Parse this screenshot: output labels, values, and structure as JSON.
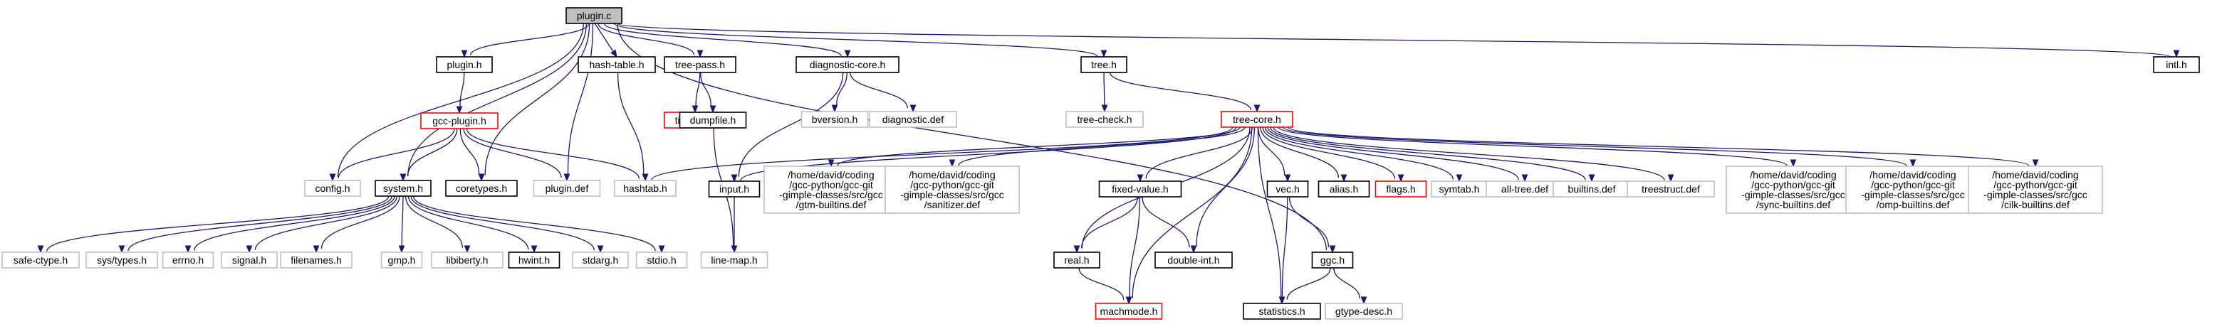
{
  "title": "plugin.c",
  "colors": {
    "edge": "#191970",
    "root_fill": "#bfbfbf",
    "root_stroke": "#000000",
    "normal_stroke": "#000000",
    "external_stroke": "#bfbfbf",
    "missing_stroke": "#ff0000"
  },
  "nodes": [
    {
      "id": "plugin_c",
      "lines": [
        "plugin.c"
      ],
      "kind": "root"
    },
    {
      "id": "plugin_h",
      "lines": [
        "plugin.h"
      ],
      "kind": "normal"
    },
    {
      "id": "hash_table_h",
      "lines": [
        "hash-table.h"
      ],
      "kind": "normal"
    },
    {
      "id": "tree_pass_h",
      "lines": [
        "tree-pass.h"
      ],
      "kind": "normal"
    },
    {
      "id": "diagnostic_core_h",
      "lines": [
        "diagnostic-core.h"
      ],
      "kind": "normal"
    },
    {
      "id": "tree_h",
      "lines": [
        "tree.h"
      ],
      "kind": "normal"
    },
    {
      "id": "intl_h",
      "lines": [
        "intl.h"
      ],
      "kind": "normal"
    },
    {
      "id": "gcc_plugin_h",
      "lines": [
        "gcc-plugin.h"
      ],
      "kind": "missing"
    },
    {
      "id": "timevar_h",
      "lines": [
        "timevar.h"
      ],
      "kind": "missing"
    },
    {
      "id": "dumpfile_h",
      "lines": [
        "dumpfile.h"
      ],
      "kind": "normal"
    },
    {
      "id": "bversion_h",
      "lines": [
        "bversion.h"
      ],
      "kind": "external"
    },
    {
      "id": "diagnostic_def",
      "lines": [
        "diagnostic.def"
      ],
      "kind": "external"
    },
    {
      "id": "tree_check_h",
      "lines": [
        "tree-check.h"
      ],
      "kind": "external"
    },
    {
      "id": "tree_core_h",
      "lines": [
        "tree-core.h"
      ],
      "kind": "missing"
    },
    {
      "id": "config_h",
      "lines": [
        "config.h"
      ],
      "kind": "external"
    },
    {
      "id": "system_h",
      "lines": [
        "system.h"
      ],
      "kind": "normal"
    },
    {
      "id": "coretypes_h",
      "lines": [
        "coretypes.h"
      ],
      "kind": "normal"
    },
    {
      "id": "plugin_def",
      "lines": [
        "plugin.def"
      ],
      "kind": "external"
    },
    {
      "id": "hashtab_h",
      "lines": [
        "hashtab.h"
      ],
      "kind": "external"
    },
    {
      "id": "input_h",
      "lines": [
        "input.h"
      ],
      "kind": "normal"
    },
    {
      "id": "gtm_builtins",
      "lines": [
        "/home/david/coding",
        "/gcc-python/gcc-git",
        "-gimple-classes/src/gcc",
        "/gtm-builtins.def"
      ],
      "kind": "external"
    },
    {
      "id": "sanitizer_def",
      "lines": [
        "/home/david/coding",
        "/gcc-python/gcc-git",
        "-gimple-classes/src/gcc",
        "/sanitizer.def"
      ],
      "kind": "external"
    },
    {
      "id": "fixed_value_h",
      "lines": [
        "fixed-value.h"
      ],
      "kind": "normal"
    },
    {
      "id": "vec_h",
      "lines": [
        "vec.h"
      ],
      "kind": "normal"
    },
    {
      "id": "alias_h",
      "lines": [
        "alias.h"
      ],
      "kind": "normal"
    },
    {
      "id": "flags_h",
      "lines": [
        "flags.h"
      ],
      "kind": "missing"
    },
    {
      "id": "symtab_h",
      "lines": [
        "symtab.h"
      ],
      "kind": "external"
    },
    {
      "id": "all_tree_def",
      "lines": [
        "all-tree.def"
      ],
      "kind": "external"
    },
    {
      "id": "builtins_def",
      "lines": [
        "builtins.def"
      ],
      "kind": "external"
    },
    {
      "id": "treestruct_def",
      "lines": [
        "treestruct.def"
      ],
      "kind": "external"
    },
    {
      "id": "sync_builtins",
      "lines": [
        "/home/david/coding",
        "/gcc-python/gcc-git",
        "-gimple-classes/src/gcc",
        "/sync-builtins.def"
      ],
      "kind": "external"
    },
    {
      "id": "omp_builtins",
      "lines": [
        "/home/david/coding",
        "/gcc-python/gcc-git",
        "-gimple-classes/src/gcc",
        "/omp-builtins.def"
      ],
      "kind": "external"
    },
    {
      "id": "cilk_builtins",
      "lines": [
        "/home/david/coding",
        "/gcc-python/gcc-git",
        "-gimple-classes/src/gcc",
        "/cilk-builtins.def"
      ],
      "kind": "external"
    },
    {
      "id": "safe_ctype_h",
      "lines": [
        "safe-ctype.h"
      ],
      "kind": "external"
    },
    {
      "id": "sys_types_h",
      "lines": [
        "sys/types.h"
      ],
      "kind": "external"
    },
    {
      "id": "errno_h",
      "lines": [
        "errno.h"
      ],
      "kind": "external"
    },
    {
      "id": "signal_h",
      "lines": [
        "signal.h"
      ],
      "kind": "external"
    },
    {
      "id": "filenames_h",
      "lines": [
        "filenames.h"
      ],
      "kind": "external"
    },
    {
      "id": "gmp_h",
      "lines": [
        "gmp.h"
      ],
      "kind": "external"
    },
    {
      "id": "libiberty_h",
      "lines": [
        "libiberty.h"
      ],
      "kind": "external"
    },
    {
      "id": "hwint_h",
      "lines": [
        "hwint.h"
      ],
      "kind": "normal"
    },
    {
      "id": "stdarg_h",
      "lines": [
        "stdarg.h"
      ],
      "kind": "external"
    },
    {
      "id": "stdio_h",
      "lines": [
        "stdio.h"
      ],
      "kind": "external"
    },
    {
      "id": "line_map_h",
      "lines": [
        "line-map.h"
      ],
      "kind": "external"
    },
    {
      "id": "real_h",
      "lines": [
        "real.h"
      ],
      "kind": "normal"
    },
    {
      "id": "double_int_h",
      "lines": [
        "double-int.h"
      ],
      "kind": "normal"
    },
    {
      "id": "ggc_h",
      "lines": [
        "ggc.h"
      ],
      "kind": "normal"
    },
    {
      "id": "machmode_h",
      "lines": [
        "machmode.h"
      ],
      "kind": "missing"
    },
    {
      "id": "statistics_h",
      "lines": [
        "statistics.h"
      ],
      "kind": "normal"
    },
    {
      "id": "gtype_desc_h",
      "lines": [
        "gtype-desc.h"
      ],
      "kind": "external"
    }
  ],
  "edges": [
    [
      "plugin_c",
      "plugin_h"
    ],
    [
      "plugin_c",
      "hash_table_h"
    ],
    [
      "plugin_c",
      "tree_pass_h"
    ],
    [
      "plugin_c",
      "diagnostic_core_h"
    ],
    [
      "plugin_c",
      "tree_h"
    ],
    [
      "plugin_c",
      "intl_h"
    ],
    [
      "plugin_c",
      "config_h"
    ],
    [
      "plugin_c",
      "system_h"
    ],
    [
      "plugin_c",
      "coretypes_h"
    ],
    [
      "plugin_c",
      "plugin_def"
    ],
    [
      "plugin_c",
      "ggc_h"
    ],
    [
      "plugin_h",
      "gcc_plugin_h"
    ],
    [
      "gcc_plugin_h",
      "config_h"
    ],
    [
      "gcc_plugin_h",
      "system_h"
    ],
    [
      "gcc_plugin_h",
      "coretypes_h"
    ],
    [
      "gcc_plugin_h",
      "plugin_def"
    ],
    [
      "gcc_plugin_h",
      "hashtab_h"
    ],
    [
      "hash_table_h",
      "hashtab_h"
    ],
    [
      "tree_pass_h",
      "timevar_h"
    ],
    [
      "tree_pass_h",
      "dumpfile_h"
    ],
    [
      "dumpfile_h",
      "line_map_h"
    ],
    [
      "diagnostic_core_h",
      "input_h"
    ],
    [
      "diagnostic_core_h",
      "bversion_h"
    ],
    [
      "diagnostic_core_h",
      "diagnostic_def"
    ],
    [
      "input_h",
      "line_map_h"
    ],
    [
      "tree_h",
      "tree_check_h"
    ],
    [
      "tree_h",
      "tree_core_h"
    ],
    [
      "tree_core_h",
      "hashtab_h"
    ],
    [
      "tree_core_h",
      "input_h"
    ],
    [
      "tree_core_h",
      "gtm_builtins"
    ],
    [
      "tree_core_h",
      "sanitizer_def"
    ],
    [
      "tree_core_h",
      "real_h"
    ],
    [
      "tree_core_h",
      "fixed_value_h"
    ],
    [
      "tree_core_h",
      "machmode_h"
    ],
    [
      "tree_core_h",
      "double_int_h"
    ],
    [
      "tree_core_h",
      "vec_h"
    ],
    [
      "tree_core_h",
      "statistics_h"
    ],
    [
      "tree_core_h",
      "alias_h"
    ],
    [
      "tree_core_h",
      "flags_h"
    ],
    [
      "tree_core_h",
      "symtab_h"
    ],
    [
      "tree_core_h",
      "all_tree_def"
    ],
    [
      "tree_core_h",
      "builtins_def"
    ],
    [
      "tree_core_h",
      "treestruct_def"
    ],
    [
      "tree_core_h",
      "sync_builtins"
    ],
    [
      "tree_core_h",
      "omp_builtins"
    ],
    [
      "tree_core_h",
      "cilk_builtins"
    ],
    [
      "system_h",
      "safe_ctype_h"
    ],
    [
      "system_h",
      "sys_types_h"
    ],
    [
      "system_h",
      "errno_h"
    ],
    [
      "system_h",
      "signal_h"
    ],
    [
      "system_h",
      "filenames_h"
    ],
    [
      "system_h",
      "gmp_h"
    ],
    [
      "system_h",
      "libiberty_h"
    ],
    [
      "system_h",
      "hwint_h"
    ],
    [
      "system_h",
      "stdarg_h"
    ],
    [
      "system_h",
      "stdio_h"
    ],
    [
      "fixed_value_h",
      "real_h"
    ],
    [
      "fixed_value_h",
      "double_int_h"
    ],
    [
      "fixed_value_h",
      "machmode_h"
    ],
    [
      "real_h",
      "machmode_h"
    ],
    [
      "vec_h",
      "statistics_h"
    ],
    [
      "vec_h",
      "ggc_h"
    ],
    [
      "ggc_h",
      "statistics_h"
    ],
    [
      "ggc_h",
      "gtype_desc_h"
    ]
  ]
}
